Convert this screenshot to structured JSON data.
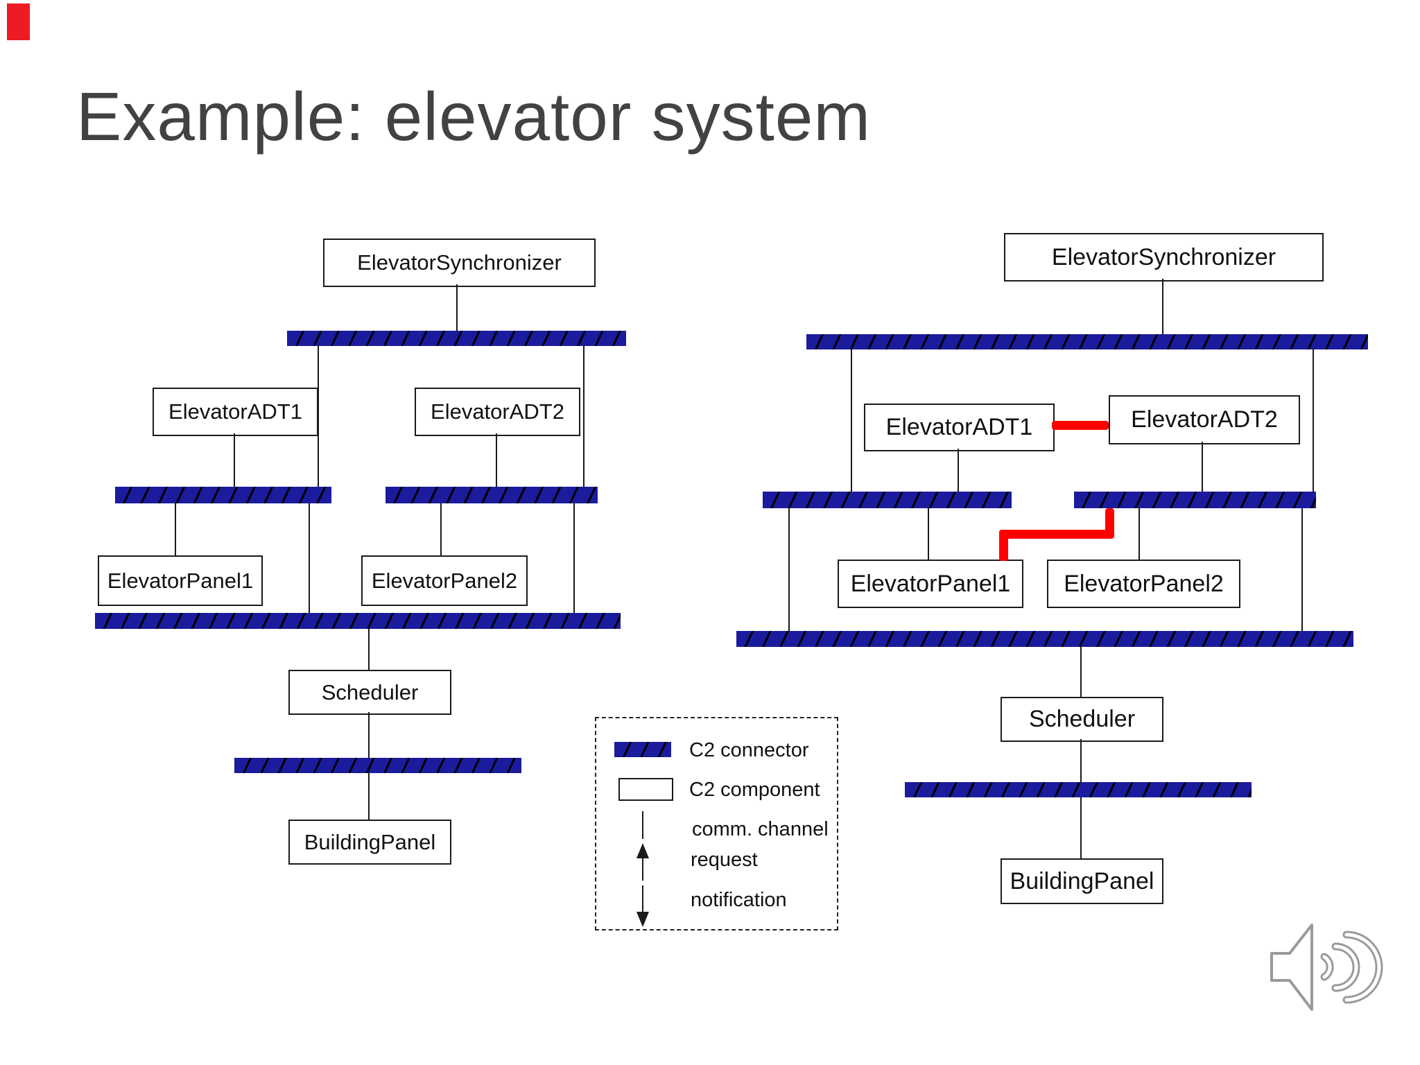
{
  "slide": {
    "title": "Example: elevator system"
  },
  "colors": {
    "navy": "#1b1b9e",
    "line": "#1a1a1a",
    "red": "#ff0000",
    "title": "#424242",
    "icon": "#9a9a9a",
    "corner": "#ed1c24",
    "component_bg": "#ffffff"
  },
  "left_diagram": {
    "components": [
      {
        "label": "ElevatorSynchronizer"
      },
      {
        "label": "ElevatorADT1"
      },
      {
        "label": "ElevatorADT2"
      },
      {
        "label": "ElevatorPanel1"
      },
      {
        "label": "ElevatorPanel2"
      },
      {
        "label": "Scheduler"
      },
      {
        "label": "BuildingPanel"
      }
    ]
  },
  "right_diagram": {
    "components": [
      {
        "label": "ElevatorSynchronizer"
      },
      {
        "label": "ElevatorADT1"
      },
      {
        "label": "ElevatorADT2"
      },
      {
        "label": "ElevatorPanel1"
      },
      {
        "label": "ElevatorPanel2"
      },
      {
        "label": "Scheduler"
      },
      {
        "label": "BuildingPanel"
      }
    ]
  },
  "legend": {
    "items": [
      {
        "label": "C2 connector"
      },
      {
        "label": "C2 component"
      },
      {
        "label": "comm. channel"
      },
      {
        "label": "request"
      },
      {
        "label": "notification"
      }
    ]
  },
  "icons": {
    "speaker": "speaker-audio-icon"
  }
}
